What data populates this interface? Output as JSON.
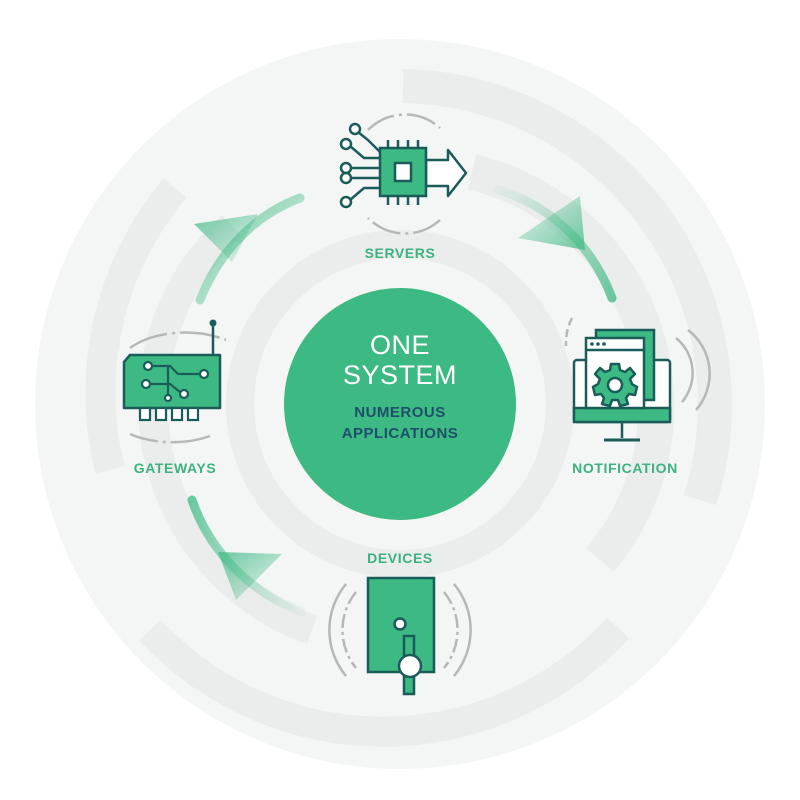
{
  "colors": {
    "green": "#3dba84",
    "teal_dark": "#1a5c59",
    "label_green": "#3db27f",
    "subtitle_navy": "#1e4f6a",
    "ring_light": "#f4f5f5",
    "ring_mid": "#ebecec",
    "arc_gray": "#b7b7b7"
  },
  "center": {
    "line1": "ONE",
    "line2": "SYSTEM",
    "sub1": "NUMEROUS",
    "sub2": "APPLICATIONS"
  },
  "nodes": {
    "servers": {
      "label": "SERVERS",
      "icon": "processor-chip-icon"
    },
    "notification": {
      "label": "NOTIFICATION",
      "icon": "monitor-gear-icon"
    },
    "devices": {
      "label": "DEVICES",
      "icon": "device-sensor-icon"
    },
    "gateways": {
      "label": "GATEWAYS",
      "icon": "circuit-board-icon"
    }
  }
}
